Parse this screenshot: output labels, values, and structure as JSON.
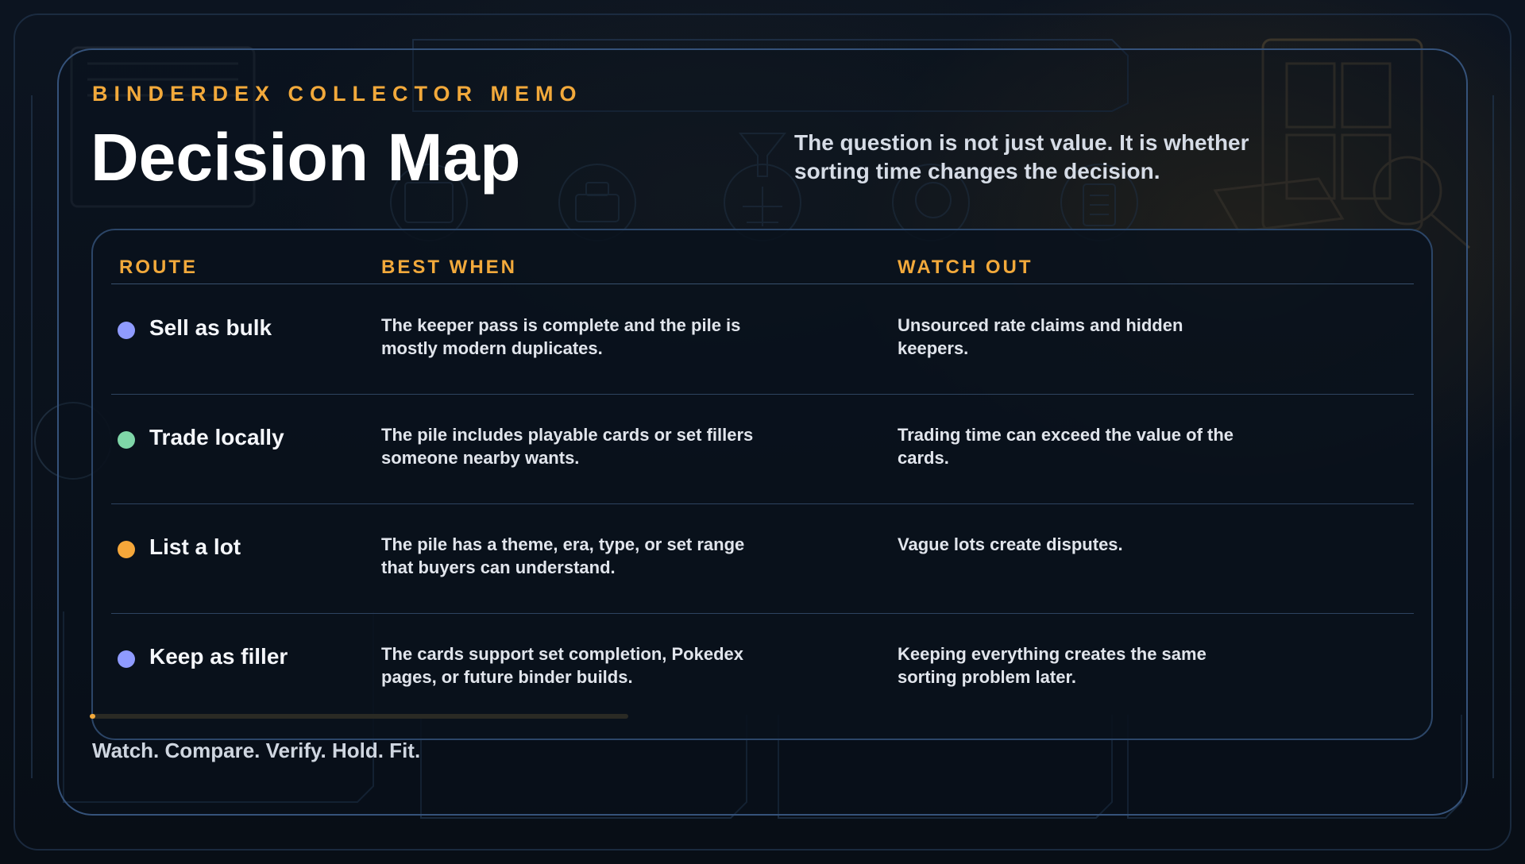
{
  "header": {
    "eyebrow": "BINDERDEX COLLECTOR MEMO",
    "title": "Decision Map",
    "subtitle": "The question is not just value. It is whether sorting time changes the decision."
  },
  "table": {
    "columns": [
      "ROUTE",
      "BEST WHEN",
      "WATCH OUT"
    ],
    "rows": [
      {
        "route": "Sell as bulk",
        "best_when": "The keeper pass is complete and the pile is mostly modern duplicates.",
        "watch_out": "Unsourced rate claims and hidden keepers.",
        "color": "#8f9bff"
      },
      {
        "route": "Trade locally",
        "best_when": "The pile includes playable cards or set fillers someone nearby wants.",
        "watch_out": "Trading time can exceed the value of the cards.",
        "color": "#7fd6a8"
      },
      {
        "route": "List a lot",
        "best_when": "The pile has a theme, era, type, or set range that buyers can understand.",
        "watch_out": "Vague lots create disputes.",
        "color": "#f5a73a"
      },
      {
        "route": "Keep as filler",
        "best_when": "The cards support set completion, Pokedex pages, or future binder builds.",
        "watch_out": "Keeping everything creates the same sorting problem later.",
        "color": "#8f9bff"
      }
    ]
  },
  "progress": {
    "fraction": 0.01,
    "color": "#f2a93b"
  },
  "footer": {
    "tagline": "Watch. Compare. Verify. Hold. Fit."
  },
  "theme": {
    "accent": "#f2a93b",
    "frame": "#35527a"
  }
}
